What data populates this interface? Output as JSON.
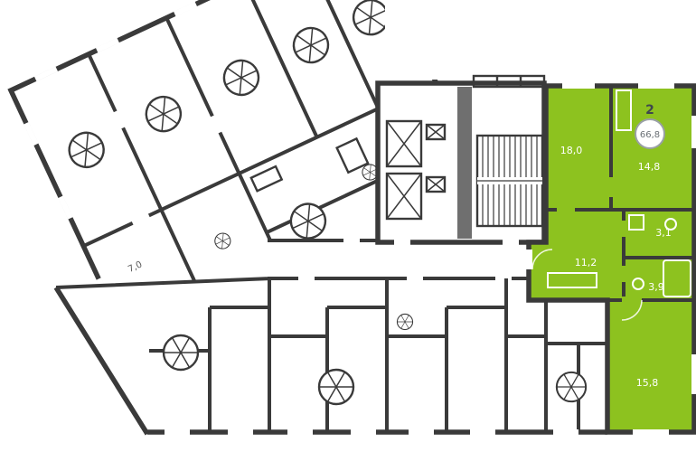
{
  "floor_plan": {
    "selected_apartment": {
      "badge": {
        "rooms_count": "2",
        "total_area": "66,8"
      },
      "rooms": {
        "living": "18,0",
        "bedroom": "14,8",
        "hall": "3,1",
        "kitchen_corridor": "11,2",
        "bathroom": "3,9",
        "second_room": "15,8"
      }
    },
    "other_labels": {
      "left_wing_room": "7,0"
    },
    "colors": {
      "wall": "#3a3a3a",
      "highlight": "#8dc21f",
      "background": "#ffffff"
    }
  }
}
